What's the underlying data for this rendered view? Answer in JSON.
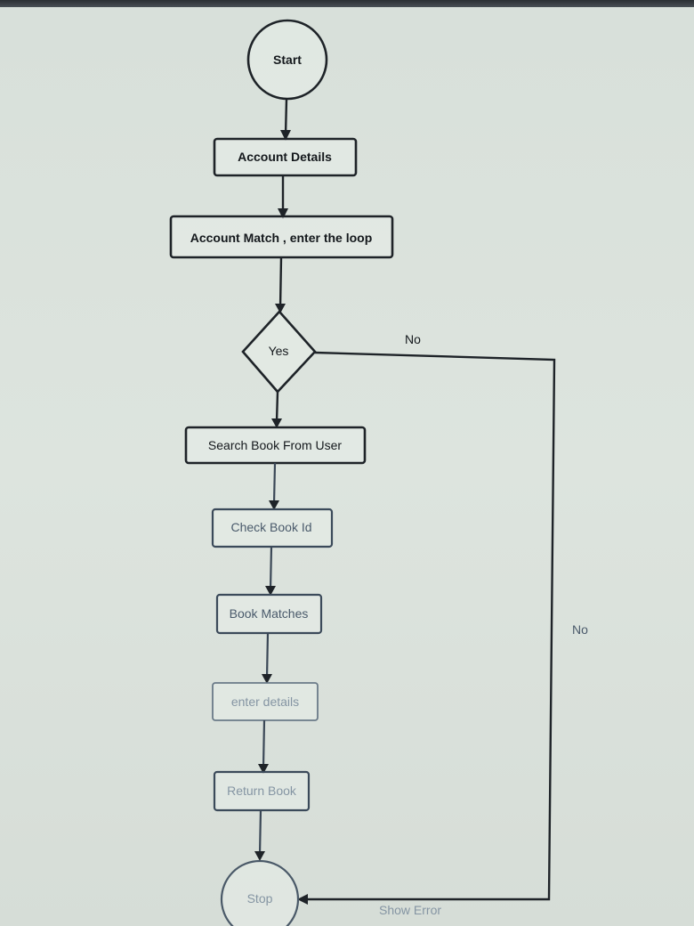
{
  "nodes": {
    "start": "Start",
    "account_details": "Account Details",
    "account_match": "Account Match , enter the loop",
    "decision": "Yes",
    "search_book": "Search Book From User",
    "check_book": "Check Book Id",
    "book_matches": "Book Matches",
    "enter_details": "enter details",
    "return_book": "Return Book",
    "stop": "Stop"
  },
  "edges": {
    "no_top": "No",
    "no_side": "No",
    "show_error": "Show Error"
  }
}
